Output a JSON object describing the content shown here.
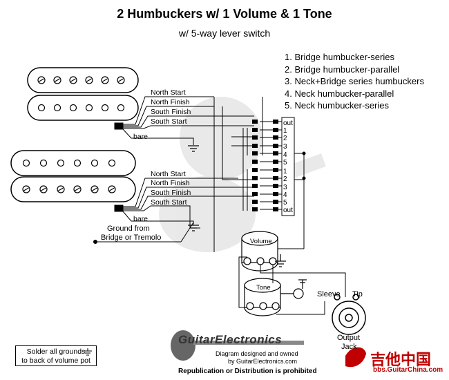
{
  "header": {
    "title": "2 Humbuckers w/ 1 Volume & 1 Tone",
    "subtitle": "w/ 5-way lever switch"
  },
  "positions": [
    "1. Bridge humbucker-series",
    "2. Bridge humbucker-parallel",
    "3. Neck+Bridge series humbuckers",
    "4. Neck humbucker-parallel",
    "5. Neck humbucker-series"
  ],
  "neck_wires": {
    "north_start": "North Start",
    "north_finish": "North Finish",
    "south_finish": "South Finish",
    "south_start": "South Start",
    "bare": "bare"
  },
  "bridge_wires": {
    "north_start": "North Start",
    "north_finish": "North Finish",
    "south_finish": "South Finish",
    "south_start": "South Start",
    "bare": "bare"
  },
  "ground_label": {
    "line1": "Ground from",
    "line2": "Bridge or Tremolo"
  },
  "switch_labels": {
    "top": [
      "out",
      "1",
      "2",
      "3",
      "4",
      "5"
    ],
    "bottom": [
      "1",
      "2",
      "3",
      "4",
      "5",
      "out"
    ]
  },
  "pots": {
    "volume": "Volume",
    "tone": "Tone"
  },
  "jack": {
    "sleeve": "Sleeve",
    "tip": "Tip",
    "label_line1": "Output",
    "label_line2": "Jack"
  },
  "note": {
    "line1": "Solder all grounds",
    "line2": "to back of volume pot"
  },
  "logo": {
    "brand": "GuitarElectronics",
    "line1": "Diagram designed and owned",
    "line2": "by GuitarElectronics.com",
    "line3": "Republication or Distribution is prohibited"
  },
  "watermark": {
    "brand_cn": "吉他中国",
    "url": "bbs.GuitarChina.com"
  }
}
